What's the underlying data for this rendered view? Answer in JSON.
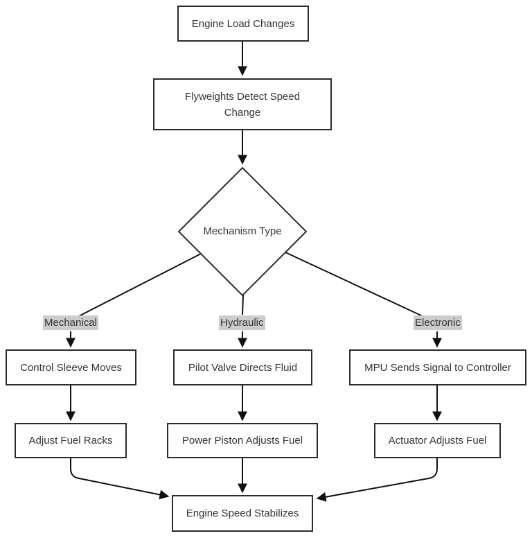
{
  "nodes": {
    "engine_load": "Engine Load Changes",
    "flyweights_line1": "Flyweights Detect Speed",
    "flyweights_line2": "Change",
    "mechanism_type": "Mechanism Type",
    "control_sleeve": "Control Sleeve Moves",
    "pilot_valve": "Pilot Valve Directs Fluid",
    "mpu_signal": "MPU Sends Signal to Controller",
    "adjust_fuel_racks": "Adjust Fuel Racks",
    "power_piston": "Power Piston Adjusts Fuel",
    "actuator": "Actuator Adjusts Fuel",
    "engine_speed": "Engine Speed Stabilizes"
  },
  "edge_labels": {
    "mechanical": "Mechanical",
    "hydraulic": "Hydraulic",
    "electronic": "Electronic"
  },
  "colors": {
    "stroke": "#2b2b2b",
    "label_background": "#cccccc",
    "text": "#333333"
  }
}
